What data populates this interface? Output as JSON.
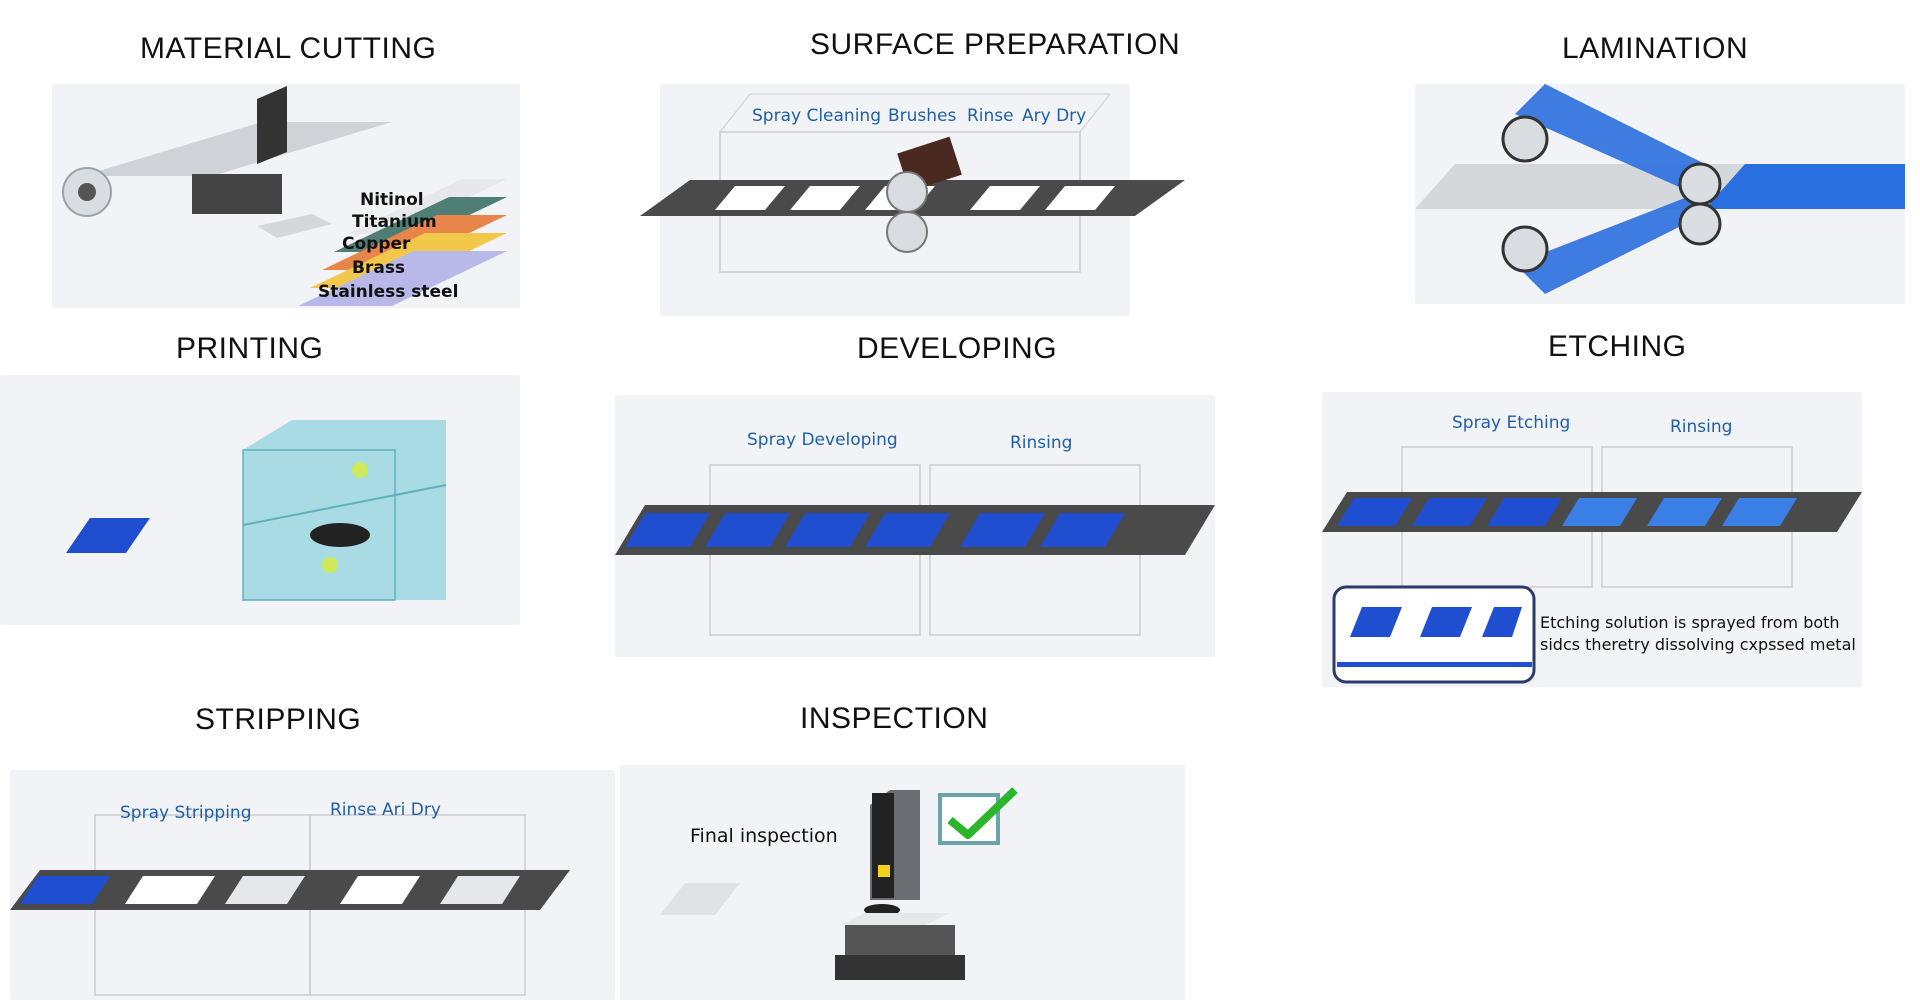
{
  "steps": {
    "material_cutting": {
      "title": "MATERIAL CUTTING",
      "materials": [
        "Nitinol",
        "Titanium",
        "Copper",
        "Brass",
        "Stainless steel"
      ]
    },
    "surface_preparation": {
      "title": "SURFACE PREPARATION",
      "stations": [
        "Spray Cleaning",
        "Brushes",
        "Rinse",
        "Ary Dry"
      ]
    },
    "lamination": {
      "title": "LAMINATION"
    },
    "printing": {
      "title": "PRINTING"
    },
    "developing": {
      "title": "DEVELOPING",
      "stations": [
        "Spray Developing",
        "Rinsing"
      ]
    },
    "etching": {
      "title": "ETCHING",
      "stations": [
        "Spray Etching",
        "Rinsing"
      ],
      "note": "Etching solution is sprayed from both sidcs theretry dissolving cxpssed metal"
    },
    "stripping": {
      "title": "STRIPPING",
      "stations": [
        "Spray Stripping",
        "Rinse Ari Dry"
      ]
    },
    "inspection": {
      "title": "INSPECTION",
      "label": "Final inspection"
    }
  },
  "colors": {
    "belt": "#4a4a4a",
    "blue": "#1f5fa8",
    "lamination_film": "#2a6fe0",
    "printing_chamber": "#8fd3dc",
    "check": "#2bb52b"
  }
}
